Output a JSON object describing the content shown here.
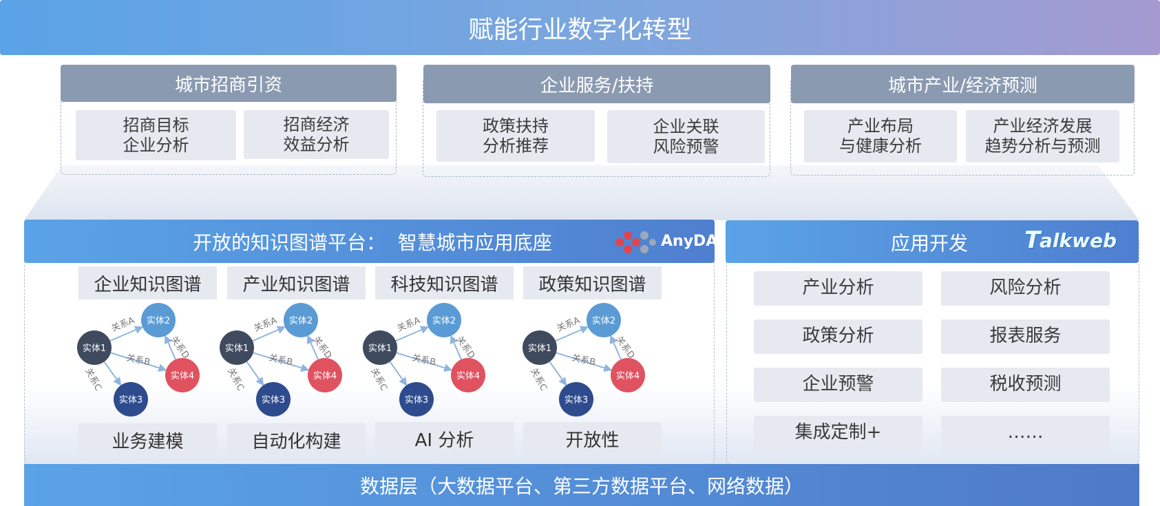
{
  "title": "赋能行业数字化转型",
  "categories": [
    {
      "header": "城市招商引资",
      "items": [
        [
          "招商目标",
          "企业分析"
        ],
        [
          "招商经济",
          "效益分析"
        ]
      ]
    },
    {
      "header": "企业服务/扶持",
      "items": [
        [
          "政策扶持",
          "分析推荐"
        ],
        [
          "企业关联",
          "风险预警"
        ]
      ]
    },
    {
      "header": "城市产业/经济预测",
      "items": [
        [
          "产业布局",
          "与健康分析"
        ],
        [
          "产业经济发展",
          "趋势分析与预测"
        ]
      ]
    }
  ],
  "platform": {
    "title": "开放的知识图谱平台：  智慧城市应用底座",
    "logo_text": "AnyDATA",
    "graphs": [
      "企业知识图谱",
      "产业知识图谱",
      "科技知识图谱",
      "政策知识图谱"
    ],
    "features": [
      "业务建模",
      "自动化构建",
      "AI 分析",
      "开放性"
    ],
    "graph_nodes": [
      "实体1",
      "实体2",
      "实体3",
      "实体4"
    ],
    "graph_edges": [
      "关系A",
      "关系B",
      "关系C",
      "关系D"
    ]
  },
  "appdev": {
    "title": "应用开发",
    "logo_text": "alkweb",
    "logo_letter": "T",
    "items": [
      "产业分析",
      "风险分析",
      "政策分析",
      "报表服务",
      "企业预警",
      "税收预测",
      "集成定制+",
      "……"
    ]
  },
  "data_layer": "数据层（大数据平台、第三方数据平台、网络数据）",
  "colors": {
    "node_dark": "#3f4a5e",
    "node_blue": "#5b9bd5",
    "node_navy": "#2e4b8e",
    "node_red": "#e05260",
    "edge": "#8fb4e0"
  }
}
